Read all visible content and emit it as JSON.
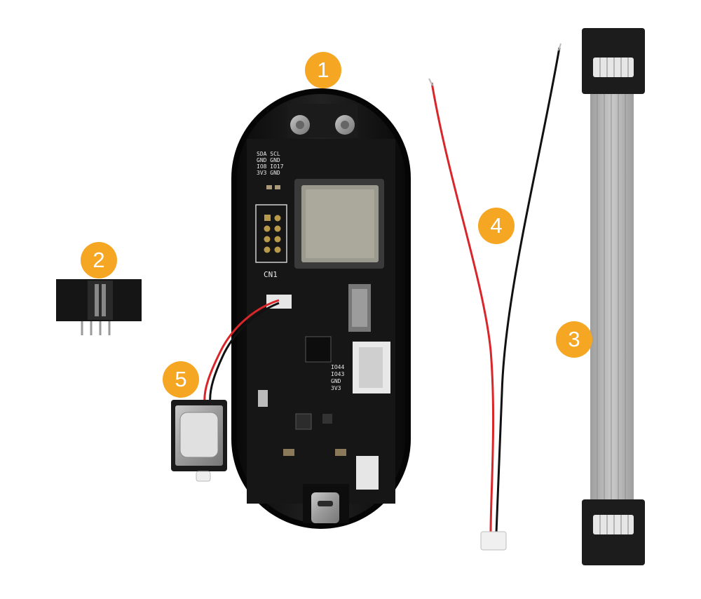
{
  "callouts": [
    {
      "number": "1",
      "item": "enclosure-with-pcb"
    },
    {
      "number": "2",
      "item": "pin-header-connector"
    },
    {
      "number": "3",
      "item": "ribbon-cable"
    },
    {
      "number": "4",
      "item": "red-black-wire-with-connector"
    },
    {
      "number": "5",
      "item": "speaker"
    }
  ],
  "pcb_silkscreen": {
    "header_label": "CN1",
    "pin_labels": [
      "3V3 GND",
      "IO8 IO17",
      "GND GND",
      "SDA SCL"
    ],
    "side_labels": [
      "IO44",
      "IO43",
      "GND",
      "3V3"
    ]
  },
  "colors": {
    "badge": "#f5a623",
    "enclosure": "#111111",
    "pcb": "#1a1a1a",
    "wire_red": "#d9262a",
    "wire_black": "#111111",
    "ribbon": "#b9b9b9",
    "connector": "#1c1c1c"
  }
}
